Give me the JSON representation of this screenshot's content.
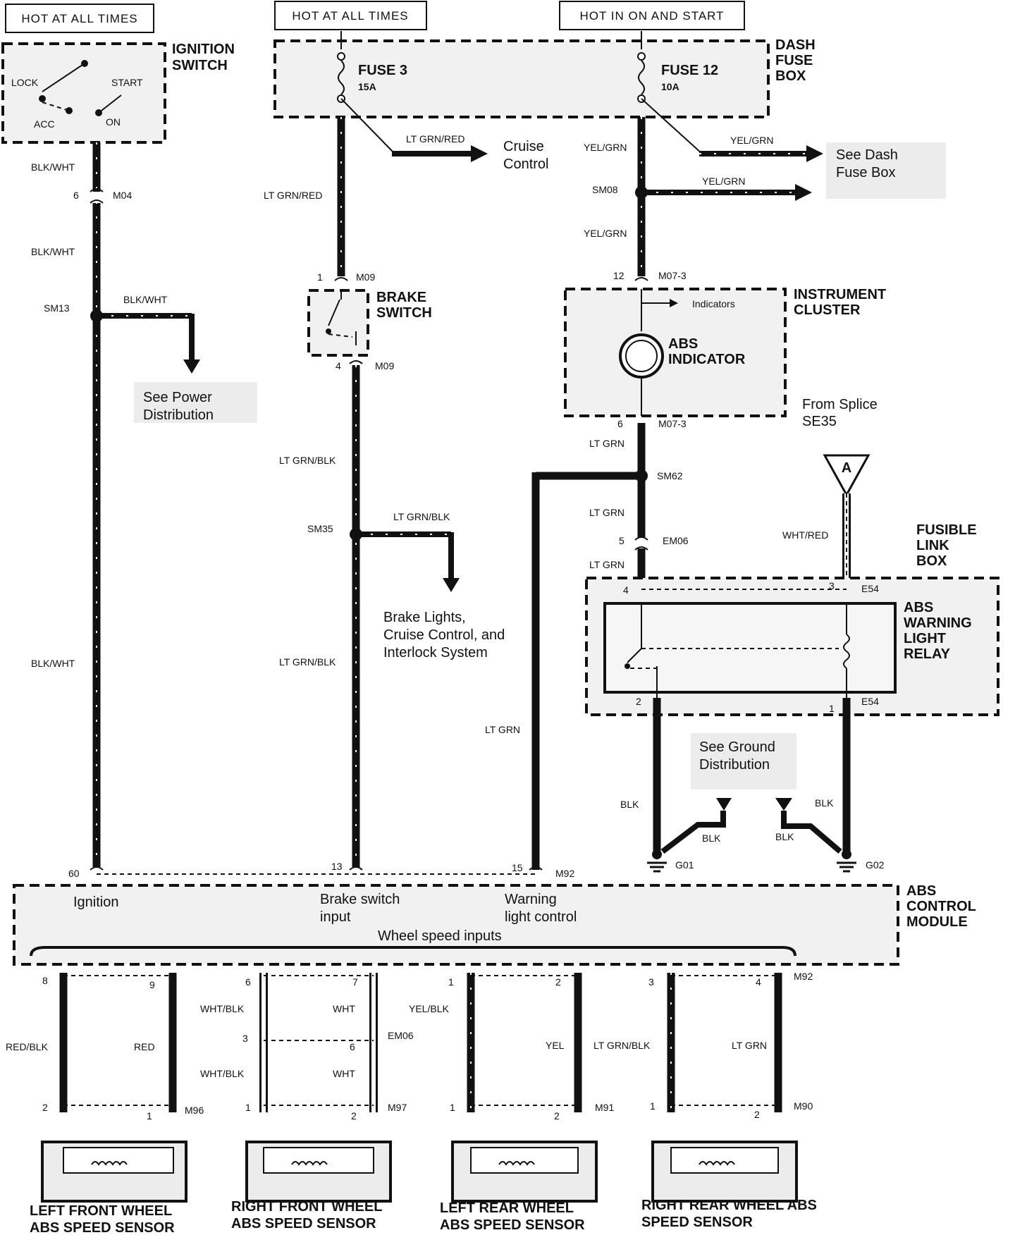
{
  "headers": {
    "hot_all_1": "HOT AT ALL TIMES",
    "hot_all_2": "HOT AT ALL TIMES",
    "hot_on_start": "HOT IN ON AND START"
  },
  "components": {
    "ignition_switch": [
      "IGNITION",
      "SWITCH"
    ],
    "ign_lock": "LOCK",
    "ign_start": "START",
    "ign_acc": "ACC",
    "ign_on": "ON",
    "dash_fuse_box": [
      "DASH",
      "FUSE",
      "BOX"
    ],
    "fuse3": "FUSE 3",
    "fuse3_rating": "15A",
    "fuse12": "FUSE 12",
    "fuse12_rating": "10A",
    "brake_switch": [
      "BRAKE",
      "SWITCH"
    ],
    "instrument_cluster": [
      "INSTRUMENT",
      "CLUSTER"
    ],
    "indicators": "Indicators",
    "abs_indicator": [
      "ABS",
      "INDICATOR"
    ],
    "fusible_link_box": [
      "FUSIBLE",
      "LINK",
      "BOX"
    ],
    "abs_warning_relay": [
      "ABS",
      "WARNING",
      "LIGHT",
      "RELAY"
    ],
    "abs_control_module": [
      "ABS",
      "CONTROL",
      "MODULE"
    ],
    "module_ignition": "Ignition",
    "module_brake": [
      "Brake switch",
      "input"
    ],
    "module_warning": [
      "Warning",
      "light control"
    ],
    "module_wheel": "Wheel speed inputs",
    "point_a": "A"
  },
  "notes": {
    "cruise_control": [
      "Cruise",
      "Control"
    ],
    "see_dash_fuse": [
      "See Dash",
      "Fuse Box"
    ],
    "see_power": [
      "See Power",
      "Distribution"
    ],
    "brake_lights": [
      "Brake Lights,",
      "Cruise Control, and",
      "Interlock System"
    ],
    "from_splice": [
      "From Splice",
      "SE35"
    ],
    "see_ground": [
      "See Ground",
      "Distribution"
    ]
  },
  "wires": {
    "blk_wht": "BLK/WHT",
    "lt_grn_red": "LT GRN/RED",
    "yel_grn": "YEL/GRN",
    "lt_grn_blk": "LT GRN/BLK",
    "lt_grn": "LT GRN",
    "wht_red": "WHT/RED",
    "blk": "BLK",
    "red_blk": "RED/BLK",
    "red": "RED",
    "wht_blk": "WHT/BLK",
    "wht": "WHT",
    "yel_blk": "YEL/BLK",
    "yel": "YEL"
  },
  "connectors": {
    "m04": "M04",
    "m09": "M09",
    "m07_3": "M07-3",
    "sm08": "SM08",
    "sm13": "SM13",
    "sm35": "SM35",
    "sm62": "SM62",
    "em06": "EM06",
    "e54": "E54",
    "g01": "G01",
    "g02": "G02",
    "m92": "M92",
    "m96": "M96",
    "m97": "M97",
    "m91": "M91",
    "m90": "M90"
  },
  "pins": {
    "p6": "6",
    "p1": "1",
    "p4": "4",
    "p12": "12",
    "p5": "5",
    "p3": "3",
    "p2": "2",
    "p60": "60",
    "p13": "13",
    "p15": "15",
    "p8": "8",
    "p9": "9",
    "p7": "7"
  },
  "sensors": {
    "lf": [
      "LEFT FRONT WHEEL",
      "ABS SPEED SENSOR"
    ],
    "rf": [
      "RIGHT FRONT WHEEL",
      "ABS SPEED SENSOR"
    ],
    "lr": [
      "LEFT REAR WHEEL",
      "ABS SPEED SENSOR"
    ],
    "rr": [
      "RIGHT REAR WHEEL ABS",
      "SPEED SENSOR"
    ]
  }
}
